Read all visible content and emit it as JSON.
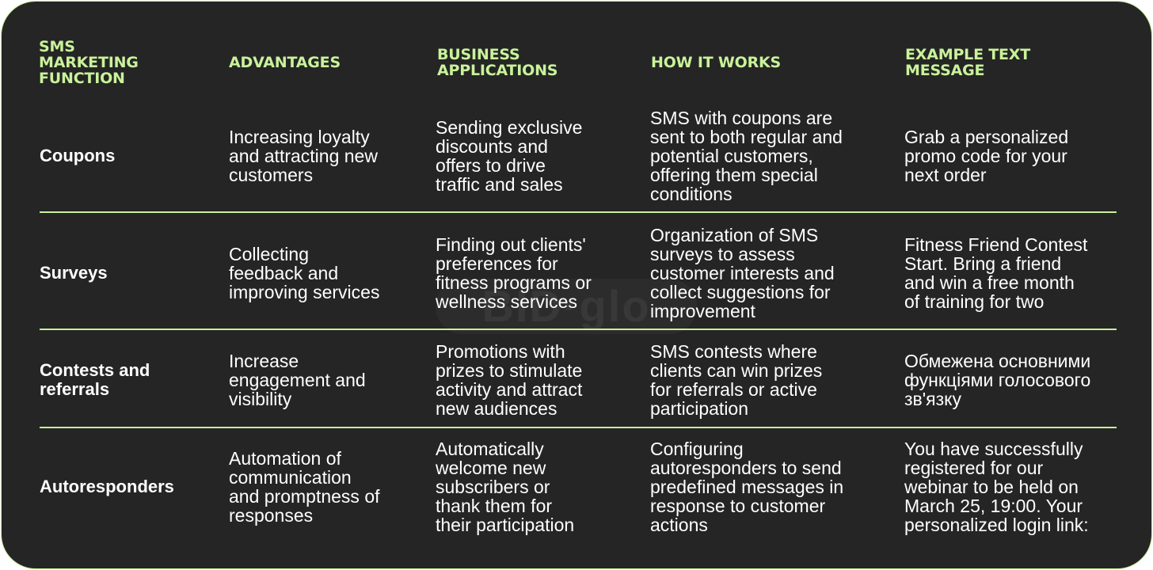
{
  "table": {
    "headers": [
      "SMS\nMARKETING\nFUNCTION",
      "ADVANTAGES",
      "BUSINESS\nAPPLICATIONS",
      "HOW IT WORKS",
      "EXAMPLE TEXT\nMESSAGE"
    ],
    "rows": [
      {
        "function": "Coupons",
        "advantages": "Increasing loyalty\nand attracting new\ncustomers",
        "applications": "Sending exclusive\ndiscounts and\noffers to drive\ntraffic and sales",
        "how": "SMS with coupons are\nsent to both regular and\npotential customers,\noffering them special\nconditions",
        "example": "Grab a personalized\npromo code for your\nnext order"
      },
      {
        "function": "Surveys",
        "advantages": "Collecting\nfeedback and\nimproving services",
        "applications": "Finding out clients'\npreferences for\nfitness programs or\nwellness services",
        "how": "Organization of SMS\nsurveys to assess\ncustomer interests and\ncollect suggestions for\nimprovement",
        "example": "Fitness Friend Contest\nStart. Bring a friend\nand win a free month\nof training for two"
      },
      {
        "function": "Contests and\nreferrals",
        "advantages": "Increase\nengagement and\nvisibility",
        "applications": "Promotions with\nprizes to stimulate\nactivity and attract\nnew audiences",
        "how": "SMS contests where\nclients can win prizes\nfor referrals or active\nparticipation",
        "example": "Обмежена основними\nфункціями голосового\nзв'язку"
      },
      {
        "function": "Autoresponders",
        "advantages": "Automation of\ncommunication\nand promptness of\nresponses",
        "applications": "Automatically\nwelcome new\nsubscribers or\nthank them for\ntheir participation",
        "how": "Configuring\nautoresponders to send\npredefined messages in\nresponse to customer\nactions",
        "example": "You have successfully\nregistered for our\nwebinar to be held on\nMarch 25, 19:00. Your\npersonalized login link:"
      }
    ]
  },
  "watermark_text": "BID·glo",
  "colors": {
    "background": "#252525",
    "accent": "#c9f29a",
    "text": "#ffffff"
  }
}
